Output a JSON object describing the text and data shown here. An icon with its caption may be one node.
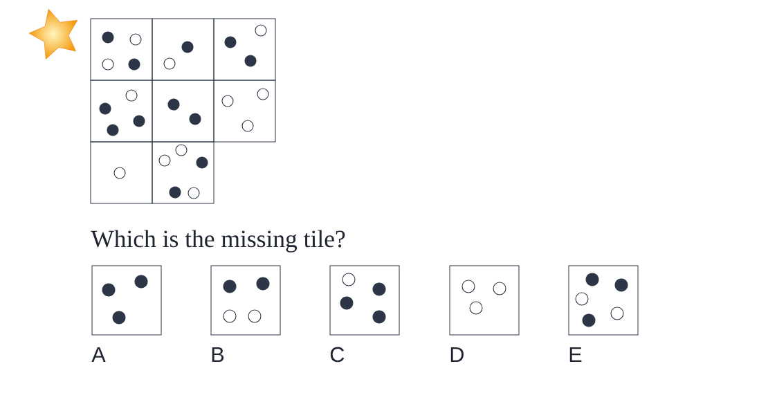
{
  "diagram": {
    "nodes": [
      {
        "text": [],
        "shape": "box"
      },
      {
        "text": [],
        "shape": "box"
      },
      {
        "text": [],
        "shape": "box"
      },
      {
        "text": [],
        "shape": "box"
      },
      {
        "text": [],
        "shape": "box"
      },
      {
        "text": [],
        "shape": "box"
      },
      {
        "text": [],
        "shape": "box"
      },
      {
        "text": [],
        "shape": "box"
      },
      {
        "text": [],
        "shape": "box",
        "beside": [
          "A"
        ]
      },
      {
        "text": [],
        "shape": "box",
        "beside": [
          "B"
        ]
      },
      {
        "text": [],
        "shape": "box",
        "beside": [
          "C"
        ]
      },
      {
        "text": [],
        "shape": "box",
        "beside": [
          "D"
        ]
      },
      {
        "text": [],
        "shape": "box",
        "beside": [
          "E"
        ]
      }
    ],
    "labels": [
      "Which is the missing tile?"
    ]
  }
}
